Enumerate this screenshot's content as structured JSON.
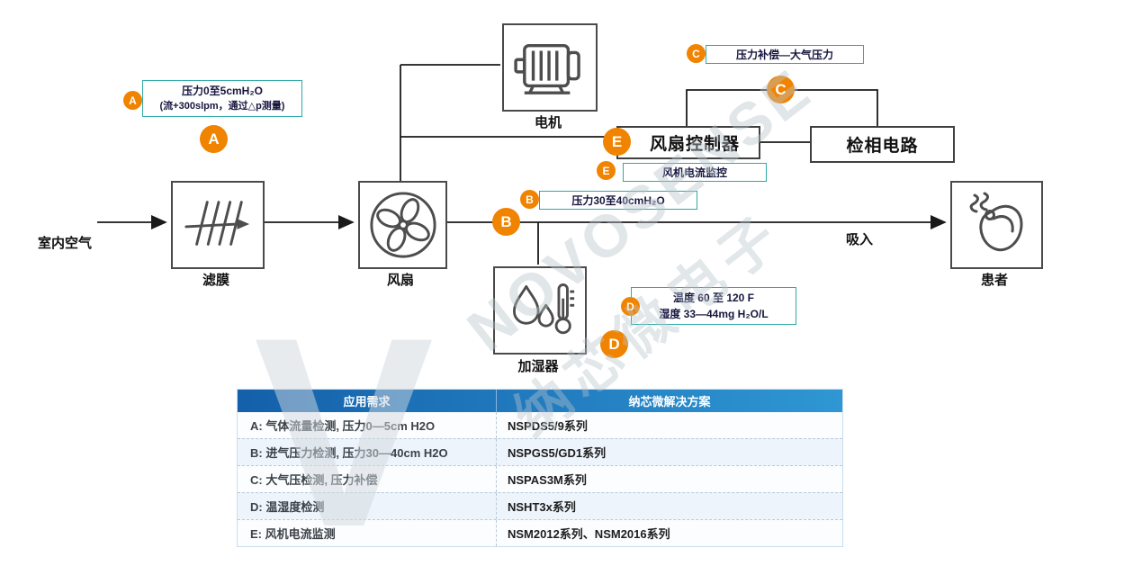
{
  "colors": {
    "accent_orange": "#F08300",
    "callout_border": "#2FA9A9",
    "flow_line": "#1a1a1a",
    "node_border": "#4a4a4a",
    "table_header_gradient_start": "#1460AA",
    "table_header_gradient_end": "#2F97D3"
  },
  "flow": {
    "inlet_label": "室内空气",
    "inhale_label": "吸入",
    "nodes": {
      "filter": {
        "label": "滤膜"
      },
      "fan": {
        "label": "风扇"
      },
      "motor": {
        "label": "电机"
      },
      "humidifier": {
        "label": "加湿器"
      },
      "patient": {
        "label": "患者"
      },
      "fan_controller": {
        "label": "风扇控制器"
      },
      "phase_detect": {
        "label": "检相电路"
      }
    },
    "callouts": {
      "A": {
        "letter": "A",
        "line1": "压力0至5cmH₂O",
        "line2": "(流+300slpm，通过△p测量)"
      },
      "B": {
        "letter": "B",
        "line1": "压力30至40cmH₂O"
      },
      "C": {
        "letter": "C",
        "line1": "压力补偿—大气压力"
      },
      "D": {
        "letter": "D",
        "line1": "温度 60 至 120 F",
        "line2": "湿度 33—44mg H₂O/L"
      },
      "E": {
        "letter": "E",
        "line1": "风机电流监控"
      }
    }
  },
  "table": {
    "header_requirement": "应用需求",
    "header_solution": "纳芯微解决方案",
    "rows": [
      {
        "requirement": "A: 气体流量检测, 压力0—5cm H2O",
        "solution": "NSPDS5/9系列"
      },
      {
        "requirement": "B: 进气压力检测, 压力30—40cm H2O",
        "solution": "NSPGS5/GD1系列"
      },
      {
        "requirement": "C: 大气压检测, 压力补偿",
        "solution": "NSPAS3M系列"
      },
      {
        "requirement": "D: 温湿度检测",
        "solution": "NSHT3x系列"
      },
      {
        "requirement": "E: 风机电流监测",
        "solution": "NSM2012系列、NSM2016系列"
      }
    ]
  },
  "watermark": {
    "brand": "NOVOSENSE",
    "brand_cn": "纳芯微电子",
    "monogram": "V"
  }
}
